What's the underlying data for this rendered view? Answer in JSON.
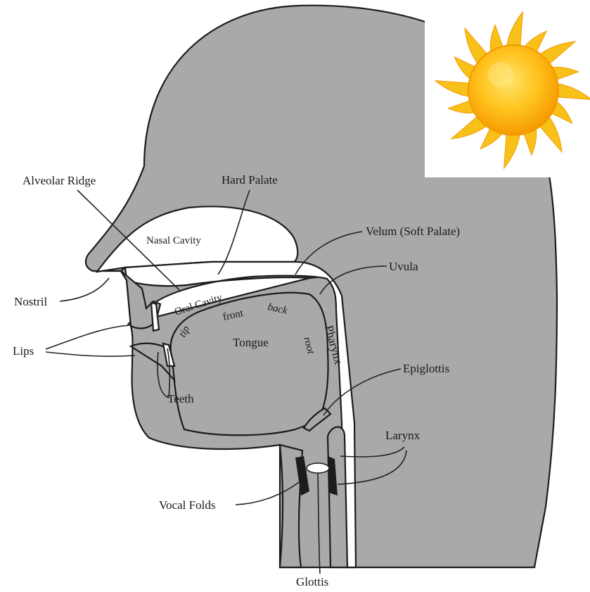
{
  "diagram": {
    "labels": {
      "alveolar_ridge": "Alveolar Ridge",
      "hard_palate": "Hard Palate",
      "nasal_cavity": "Nasal Cavity",
      "velum": "Velum (Soft Palate)",
      "uvula": "Uvula",
      "nostril": "Nostril",
      "oral_cavity": "Oral Cavity",
      "front": "front",
      "back": "back",
      "tip": "tip",
      "tongue": "Tongue",
      "root": "root",
      "pharynx": "Pharynx",
      "lips": "Lips",
      "teeth": "Teeth",
      "epiglottis": "Epiglottis",
      "larynx": "Larynx",
      "vocal_folds": "Vocal Folds",
      "glottis": "Glottis"
    },
    "colors": {
      "tissue": "#a9a9a9",
      "cavity": "#ffffff",
      "outline": "#1c1c1c",
      "sun_core": "#ffb300",
      "sun_rays": "#f8c11a"
    },
    "decoration": "sun-icon"
  }
}
